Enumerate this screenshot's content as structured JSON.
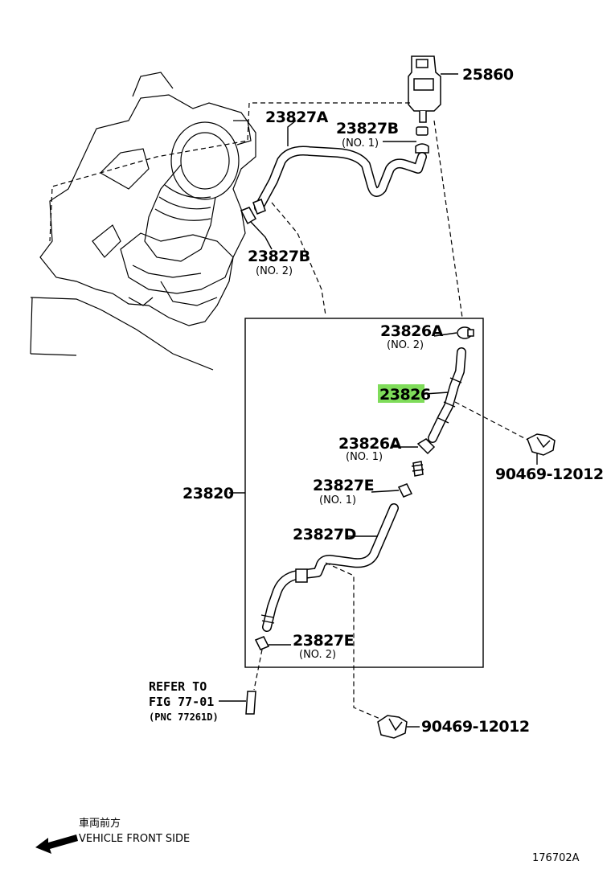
{
  "labels": {
    "p25860": "25860",
    "p23827A": "23827A",
    "p23827B_top": "23827B",
    "p23827B_top_sub": "(NO. 1)",
    "p23827B_mid": "23827B",
    "p23827B_mid_sub": "(NO. 2)",
    "p23826A_top": "23826A",
    "p23826A_top_sub": "(NO. 2)",
    "p23826": "23826",
    "p23826A_mid": "23826A",
    "p23826A_mid_sub": "(NO. 1)",
    "p23827E_top": "23827E",
    "p23827E_top_sub": "(NO. 1)",
    "p23820": "23820",
    "p23827D": "23827D",
    "p23827E_bot": "23827E",
    "p23827E_bot_sub": "(NO. 2)",
    "p90469_right": "90469-12012",
    "p90469_bottom": "90469-12012"
  },
  "refer": {
    "line1": "REFER TO",
    "line2": "FIG 77-01",
    "line3": "(PNC 77261D)"
  },
  "footer": {
    "front_jp": "車両前方",
    "front_en": "VEHICLE FRONT SIDE",
    "figure_number": "176702A"
  },
  "colors": {
    "highlight": "#7fdc5a"
  }
}
